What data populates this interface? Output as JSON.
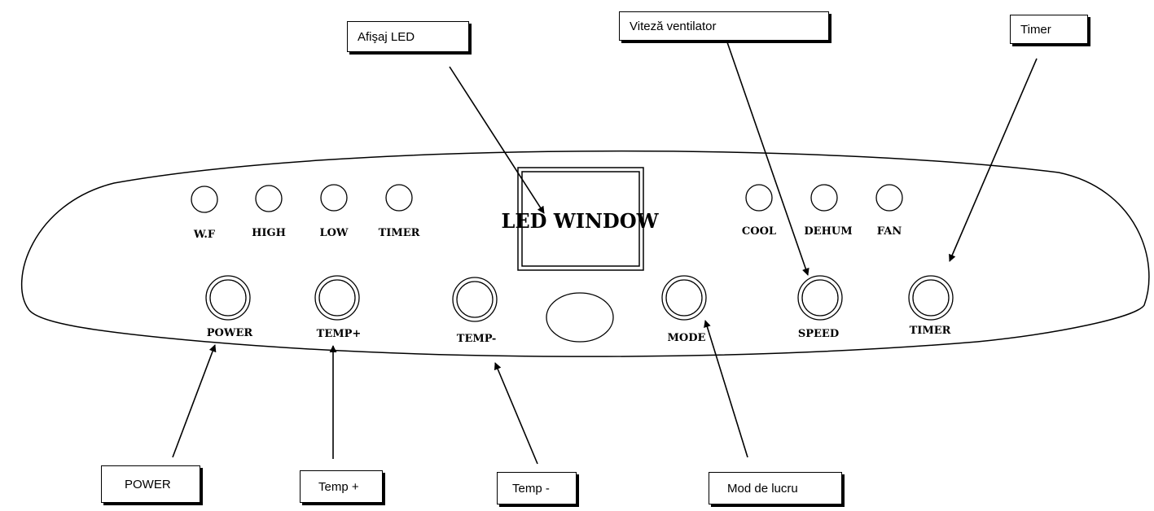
{
  "callouts": {
    "led_display": "Afişaj LED",
    "fan_speed": "Viteză ventilator",
    "timer": "Timer",
    "power": "POWER",
    "temp_plus": "Temp +",
    "temp_minus": "Temp -",
    "mode": "Mod de lucru"
  },
  "panel": {
    "display": "LED WINDOW",
    "indicators": {
      "wf": "W.F",
      "high": "HIGH",
      "low": "LOW",
      "timer": "TIMER",
      "cool": "COOL",
      "dehum": "DEHUM",
      "fan": "FAN"
    },
    "buttons": {
      "power": "POWER",
      "temp_plus": "TEMP+",
      "temp_minus": "TEMP-",
      "mode": "MODE",
      "speed": "SPEED",
      "timer": "TIMER"
    }
  }
}
